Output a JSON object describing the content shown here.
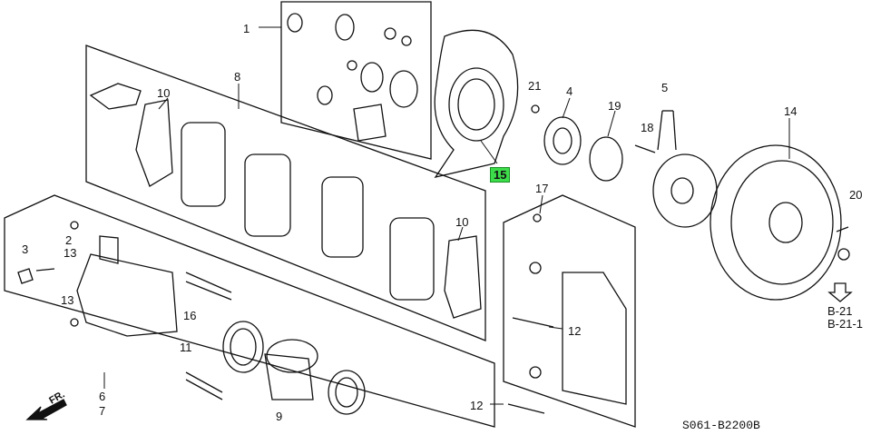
{
  "callouts": [
    {
      "id": "c1",
      "text": "1"
    },
    {
      "id": "c2",
      "text": "2"
    },
    {
      "id": "c3",
      "text": "3"
    },
    {
      "id": "c4",
      "text": "4"
    },
    {
      "id": "c5",
      "text": "5"
    },
    {
      "id": "c6",
      "text": "6"
    },
    {
      "id": "c7",
      "text": "7"
    },
    {
      "id": "c8",
      "text": "8"
    },
    {
      "id": "c9",
      "text": "9"
    },
    {
      "id": "c10a",
      "text": "10"
    },
    {
      "id": "c10b",
      "text": "10"
    },
    {
      "id": "c11",
      "text": "11"
    },
    {
      "id": "c12a",
      "text": "12"
    },
    {
      "id": "c12b",
      "text": "12"
    },
    {
      "id": "c13a",
      "text": "13"
    },
    {
      "id": "c13b",
      "text": "13"
    },
    {
      "id": "c14",
      "text": "14"
    },
    {
      "id": "c15",
      "text": "15"
    },
    {
      "id": "c16",
      "text": "16"
    },
    {
      "id": "c17",
      "text": "17"
    },
    {
      "id": "c18",
      "text": "18"
    },
    {
      "id": "c19",
      "text": "19"
    },
    {
      "id": "c20",
      "text": "20"
    },
    {
      "id": "c21",
      "text": "21"
    }
  ],
  "ref": {
    "b21": "B-21",
    "b211": "B-21-1"
  },
  "direction": "FR.",
  "diagram_code": "S061-B2200B",
  "highlight_color": "#3ddc4a"
}
